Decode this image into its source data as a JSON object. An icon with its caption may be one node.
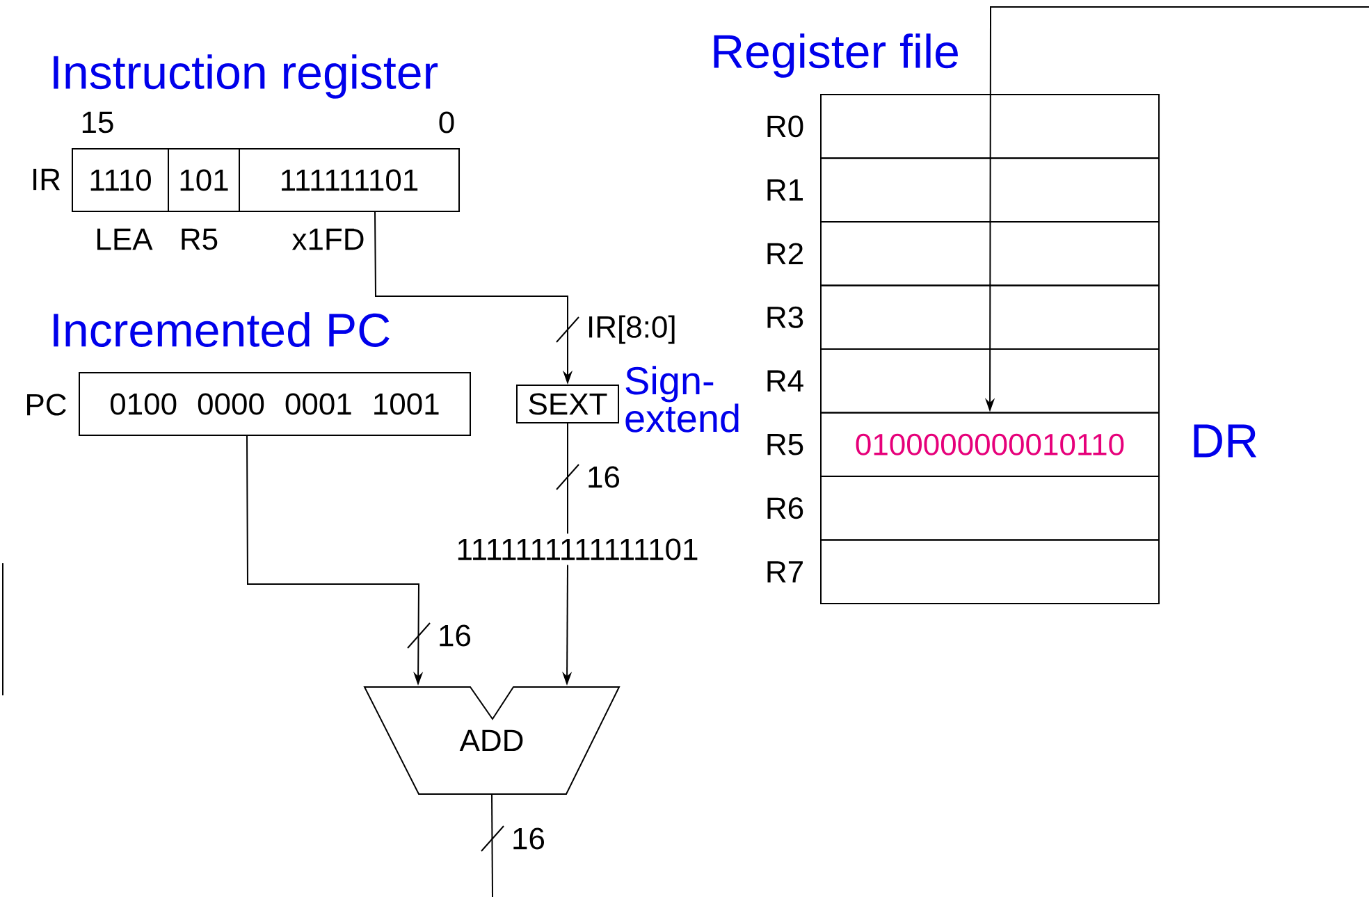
{
  "diagram": {
    "nodes": [
      {
        "text": [
          "1110"
        ],
        "beside": [
          "LEA"
        ]
      },
      {
        "text": [
          "101"
        ],
        "beside": [
          "R5"
        ]
      },
      {
        "text": [
          "111111101"
        ],
        "beside": [
          "x1FD"
        ]
      },
      {
        "text": [
          "0100 0000 0001 1001"
        ]
      },
      {
        "text": [
          "SEXT"
        ],
        "beside": [
          "Sign-extend"
        ]
      },
      {
        "text": [
          "1111111111111101"
        ]
      },
      {
        "text": [
          "ADD"
        ]
      },
      {
        "text": [],
        "shape": "box",
        "beside": [
          "R0"
        ]
      },
      {
        "text": [],
        "shape": "box",
        "beside": [
          "R1"
        ]
      },
      {
        "text": [],
        "shape": "box",
        "beside": [
          "R2"
        ]
      },
      {
        "text": [],
        "shape": "box",
        "beside": [
          "R3"
        ]
      },
      {
        "text": [],
        "shape": "box",
        "beside": [
          "R4"
        ]
      },
      {
        "text": [
          "0100000000010110"
        ],
        "beside": [
          "R5",
          "DR"
        ]
      },
      {
        "text": [],
        "shape": "box",
        "beside": [
          "R6"
        ]
      },
      {
        "text": [],
        "shape": "box",
        "beside": [
          "R7"
        ]
      }
    ],
    "edges": [
      {
        "from": 2,
        "to": 4,
        "arrow": "to",
        "label": "IR[8:0]"
      },
      {
        "from": 4,
        "to": 5,
        "arrow": "none",
        "label": "16"
      },
      {
        "from": 5,
        "to": 6,
        "arrow": "to"
      },
      {
        "from": 3,
        "to": 6,
        "arrow": "to",
        "label": "16"
      },
      {
        "from": 6,
        "to": null,
        "arrow": "none",
        "label": "16"
      },
      {
        "from": null,
        "to": 12,
        "arrow": "to"
      }
    ],
    "labels": [
      "Instruction register",
      "15",
      "0",
      "IR",
      "Incremented PC",
      "PC",
      "Register file"
    ]
  }
}
